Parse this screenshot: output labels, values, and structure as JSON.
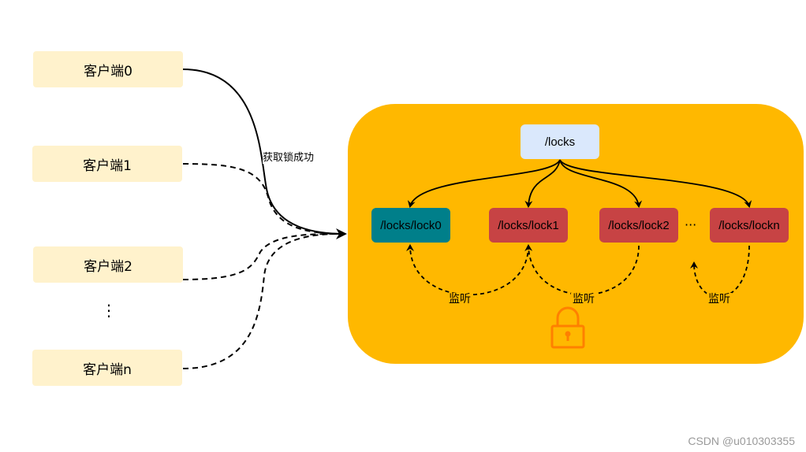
{
  "clients": {
    "c0": "客户端0",
    "c1": "客户端1",
    "c2": "客户端2",
    "cn": "客户端n",
    "ellipsis": "⋮"
  },
  "edge_label": "获取锁成功",
  "zk": {
    "root": "/locks",
    "lock0": "/locks/lock0",
    "lock1": "/locks/lock1",
    "lock2": "/locks/lock2",
    "lockn": "/locks/lockn",
    "dots": "···",
    "watch_label": "监听"
  },
  "colors": {
    "client_fill": "#fff2cc",
    "panel_fill": "#ffb800",
    "root_fill": "#dae8fc",
    "lock_acquired": "#007f8a",
    "lock_waiting": "#c74344",
    "lock_icon": "#ff8000"
  },
  "icons": [
    "lock-icon"
  ],
  "watermark": "CSDN @u010303355"
}
